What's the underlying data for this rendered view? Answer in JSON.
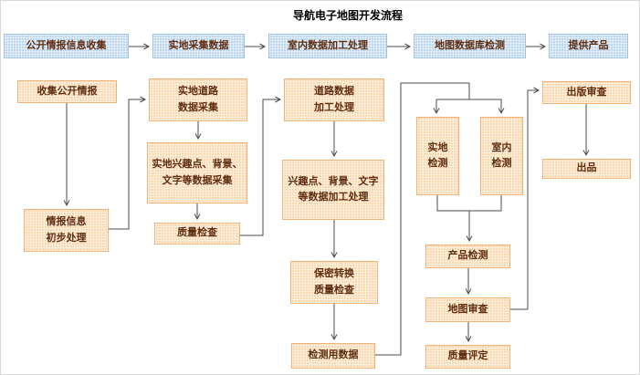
{
  "title": "导航电子地图开发流程",
  "colors": {
    "stage_fill": "#BDD7EE",
    "stage_border": "#9CC3E5",
    "node_fill": "#FBD9B0",
    "node_border": "#F2B277",
    "text": "#5F2D10",
    "connector": "#4D4D4D",
    "title_color": "#000000"
  },
  "stages": [
    {
      "label": "公开情报信息收集"
    },
    {
      "label": "实地采集数据"
    },
    {
      "label": "室内数据加工处理"
    },
    {
      "label": "地图数据库检测"
    },
    {
      "label": "提供产品"
    }
  ],
  "nodes": {
    "collect_open_intel": {
      "label": "收集公开情报"
    },
    "intel_preprocess": {
      "label": "情报信息\n初步处理"
    },
    "field_road_collect": {
      "label": "实地道路\n数据采集"
    },
    "field_poi_collect": {
      "label": "实地兴趣点、背景、\n文字等数据采集"
    },
    "quality_check": {
      "label": "质量检查"
    },
    "road_processing": {
      "label": "道路数据\n加工处理"
    },
    "poi_processing": {
      "label": "兴趣点、背景、文字\n等数据加工处理"
    },
    "secure_convert_qc": {
      "label": "保密转换\n质量检查"
    },
    "test_data": {
      "label": "检测用数据"
    },
    "field_test": {
      "label": "实地\n检测"
    },
    "indoor_test": {
      "label": "室内\n检测"
    },
    "product_test": {
      "label": "产品检测"
    },
    "map_review": {
      "label": "地图审查"
    },
    "quality_assess": {
      "label": "质量评定"
    },
    "publish_review": {
      "label": "出版审查"
    },
    "release": {
      "label": "出品"
    }
  }
}
